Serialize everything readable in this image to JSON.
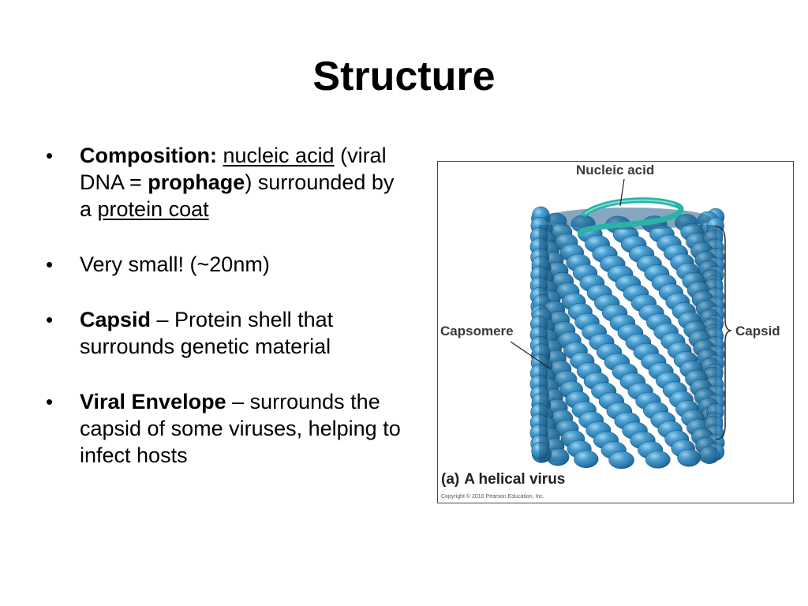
{
  "slide": {
    "title": "Structure"
  },
  "bullets": [
    {
      "marker": "•",
      "parts": [
        {
          "text": "Composition:",
          "style": "bold"
        },
        {
          "text": " ",
          "style": "normal"
        },
        {
          "text": "nucleic acid",
          "style": "underline"
        },
        {
          "text": " (viral DNA = ",
          "style": "normal"
        },
        {
          "text": "prophage",
          "style": "bold"
        },
        {
          "text": ") surrounded by a ",
          "style": "normal"
        },
        {
          "text": "protein coat",
          "style": "underline"
        }
      ]
    },
    {
      "marker": "•",
      "parts": [
        {
          "text": "Very small! (~20nm)",
          "style": "normal"
        }
      ]
    },
    {
      "marker": "•",
      "parts": [
        {
          "text": "Capsid",
          "style": "bold"
        },
        {
          "text": " – Protein shell that surrounds genetic material",
          "style": "normal"
        }
      ]
    },
    {
      "marker": "•",
      "parts": [
        {
          "text": "Viral Envelope",
          "style": "bold"
        },
        {
          "text": " – surrounds the capsid of some viruses, helping to infect hosts",
          "style": "normal"
        }
      ]
    }
  ],
  "figure": {
    "labels": {
      "nucleic_acid": "Nucleic acid",
      "capsomere": "Capsomere",
      "capsid": "Capsid"
    },
    "caption_letter": "(a)",
    "caption_text": "A helical virus",
    "copyright": "Copyright © 2010 Pearson Education, Inc.",
    "colors": {
      "capsomere_fill": "#3a8fc4",
      "capsomere_highlight": "#8cc9ec",
      "capsomere_shadow": "#1d5e8a",
      "nucleic_acid": "#2ab3a6",
      "label_text": "#3a3a3a"
    }
  }
}
